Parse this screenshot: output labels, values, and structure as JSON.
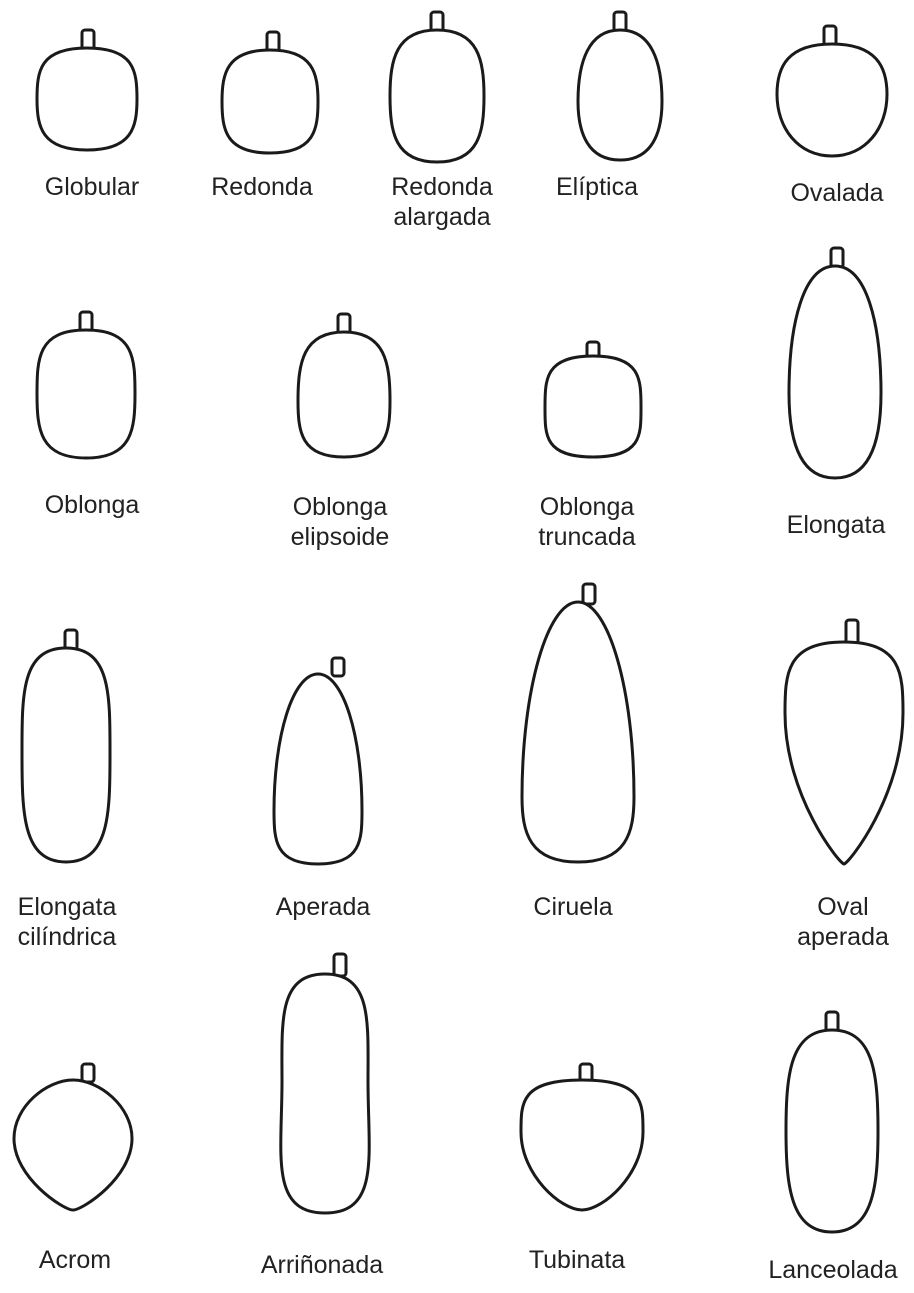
{
  "shapes": [
    {
      "id": "globular",
      "label": [
        "Globular"
      ]
    },
    {
      "id": "redonda",
      "label": [
        "Redonda"
      ]
    },
    {
      "id": "redonda-alargada",
      "label": [
        "Redonda",
        "alargada"
      ]
    },
    {
      "id": "eliptica",
      "label": [
        "Elíptica"
      ]
    },
    {
      "id": "ovalada",
      "label": [
        "Ovalada"
      ]
    },
    {
      "id": "oblonga",
      "label": [
        "Oblonga"
      ]
    },
    {
      "id": "oblonga-elipsoide",
      "label": [
        "Oblonga",
        "elipsoide"
      ]
    },
    {
      "id": "oblonga-truncada",
      "label": [
        "Oblonga",
        "truncada"
      ]
    },
    {
      "id": "elongata",
      "label": [
        "Elongata"
      ]
    },
    {
      "id": "elongata-cilindrica",
      "label": [
        "Elongata",
        "cilíndrica"
      ]
    },
    {
      "id": "aperada",
      "label": [
        "Aperada"
      ]
    },
    {
      "id": "ciruela",
      "label": [
        "Ciruela"
      ]
    },
    {
      "id": "oval-aperada",
      "label": [
        "Oval",
        "aperada"
      ]
    },
    {
      "id": "acrom",
      "label": [
        "Acrom"
      ]
    },
    {
      "id": "arrinonada",
      "label": [
        "Arriñonada"
      ]
    },
    {
      "id": "tubinata",
      "label": [
        "Tubinata"
      ]
    },
    {
      "id": "lanceolada",
      "label": [
        "Lanceolada"
      ]
    }
  ],
  "colors": {
    "stroke": "#1a1a1a",
    "text": "#222222",
    "background": "#ffffff"
  }
}
